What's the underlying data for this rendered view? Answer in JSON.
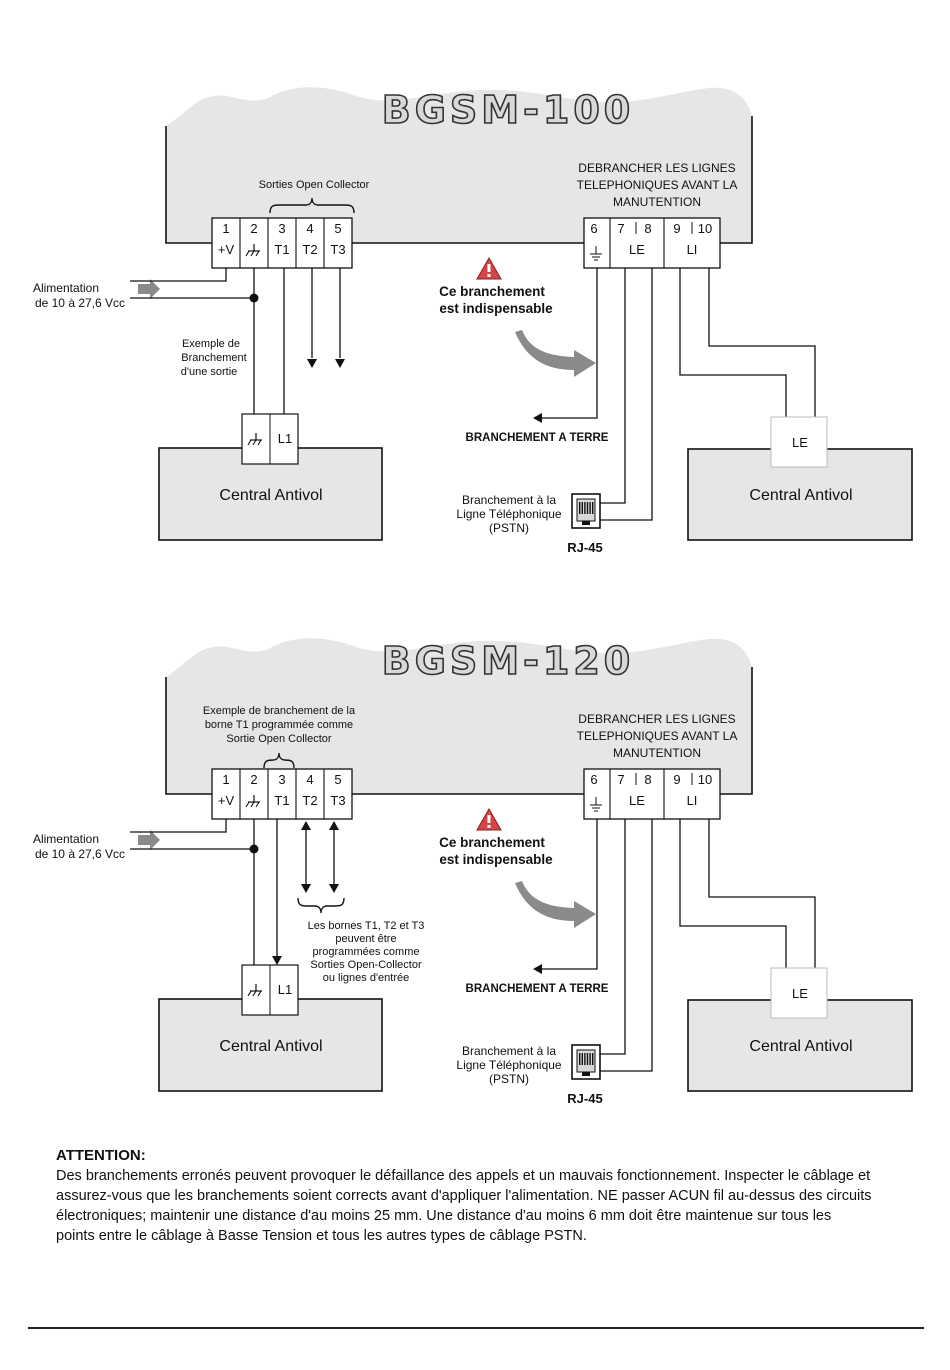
{
  "diagrams": [
    {
      "model": "BGSM-100",
      "outputs_label": [
        "Sorties Open Collector"
      ],
      "warning_lines": [
        "DEBRANCHER LES LIGNES",
        "TELEPHONIQUES AVANT LA",
        "MANUTENTION"
      ],
      "terminals": [
        {
          "num": "1",
          "label": "+V"
        },
        {
          "num": "2",
          "label": "gnd"
        },
        {
          "num": "3",
          "label": "T1"
        },
        {
          "num": "4",
          "label": "T2"
        },
        {
          "num": "5",
          "label": "T3"
        }
      ],
      "phone_terminals": {
        "nums": [
          "6",
          "7",
          "8",
          "9",
          "10"
        ],
        "le": "LE",
        "li": "LI"
      },
      "power_label": [
        "Alimentation",
        "de 10 à 27,6 Vcc"
      ],
      "example_label": [
        "Exemple de",
        "Branchement",
        "d'une sortie"
      ],
      "required_label": [
        "Ce branchement",
        "est indispensable"
      ],
      "ground_label": "BRANCHEMENT A TERRE",
      "pstn_label": [
        "Branchement à la",
        "Ligne Téléphonique",
        "(PSTN)"
      ],
      "rj45": "RJ-45",
      "panel_label": "Central Antivol",
      "panel_terminal_l1": "L1",
      "panel_terminal_le": "LE"
    },
    {
      "model": "BGSM-120",
      "outputs_label": [
        "Exemple de branchement de la",
        "borne T1 programmée comme",
        "Sortie Open Collector"
      ],
      "warning_lines": [
        "DEBRANCHER LES LIGNES",
        "TELEPHONIQUES AVANT LA",
        "MANUTENTION"
      ],
      "terminals": [
        {
          "num": "1",
          "label": "+V"
        },
        {
          "num": "2",
          "label": "gnd"
        },
        {
          "num": "3",
          "label": "T1"
        },
        {
          "num": "4",
          "label": "T2"
        },
        {
          "num": "5",
          "label": "T3"
        }
      ],
      "phone_terminals": {
        "nums": [
          "6",
          "7",
          "8",
          "9",
          "10"
        ],
        "le": "LE",
        "li": "LI"
      },
      "power_label": [
        "Alimentation",
        "de 10 à 27,6 Vcc"
      ],
      "io_label": [
        "Les bornes T1, T2 et T3",
        "peuvent être",
        "programmées comme",
        "Sorties Open-Collector",
        "ou lignes d'entrée"
      ],
      "required_label": [
        "Ce branchement",
        "est indispensable"
      ],
      "ground_label": "BRANCHEMENT A TERRE",
      "pstn_label": [
        "Branchement à la",
        "Ligne Téléphonique",
        "(PSTN)"
      ],
      "rj45": "RJ-45",
      "panel_label": "Central Antivol",
      "panel_terminal_l1": "L1",
      "panel_terminal_le": "LE"
    }
  ],
  "attention": {
    "title": "ATTENTION:",
    "lines": [
      "Des branchements erronés peuvent provoquer le défaillance des appels et un mauvais fonctionnement. Inspecter le câblage et",
      "assurez-vous que les branchements soient corrects avant d'appliquer l'alimentation. NE passer ACUN fil au-dessus des circuits",
      "électroniques; maintenir une distance d'au moins 25 mm.  Une distance d'au moins 6 mm doit être maintenue sur tous les",
      "points entre le câblage à Basse Tension et tous les autres types de câblage PSTN."
    ]
  },
  "colors": {
    "board": "#e6e6e6",
    "panel": "#e6e6e6",
    "line": "#111111",
    "gray_arrow": "#8a8a8a",
    "warning_red": "#d64545"
  }
}
